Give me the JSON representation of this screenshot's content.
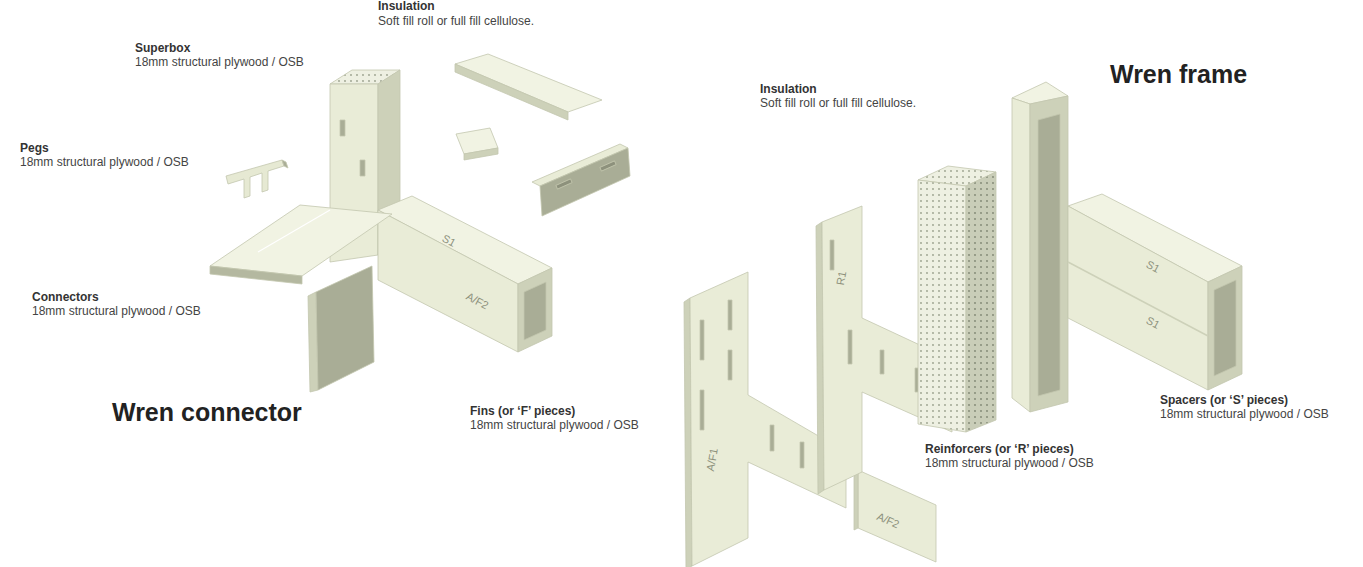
{
  "diagram": {
    "labels": [
      "Insulation",
      "Soft fill roll or full fill cellulose.",
      "Superbox",
      "18mm structural plywood / OSB",
      "Pegs",
      "18mm structural plywood / OSB",
      "Wren frame",
      "Insulation",
      "Soft fill roll or full fill cellulose.",
      "S1",
      "Connectors",
      "18mm structural plywood / OSB",
      "A/F2",
      "R1",
      "S1",
      "S1",
      "Spacers (or ‘S’ pieces)",
      "18mm structural plywood / OSB",
      "Wren connector",
      "Fins (or ‘F’ pieces)",
      "18mm structural plywood / OSB",
      "Reinforcers (or ‘R’ pieces)",
      "18mm structural plywood / OSB",
      "A/F1",
      "A/F2"
    ]
  }
}
